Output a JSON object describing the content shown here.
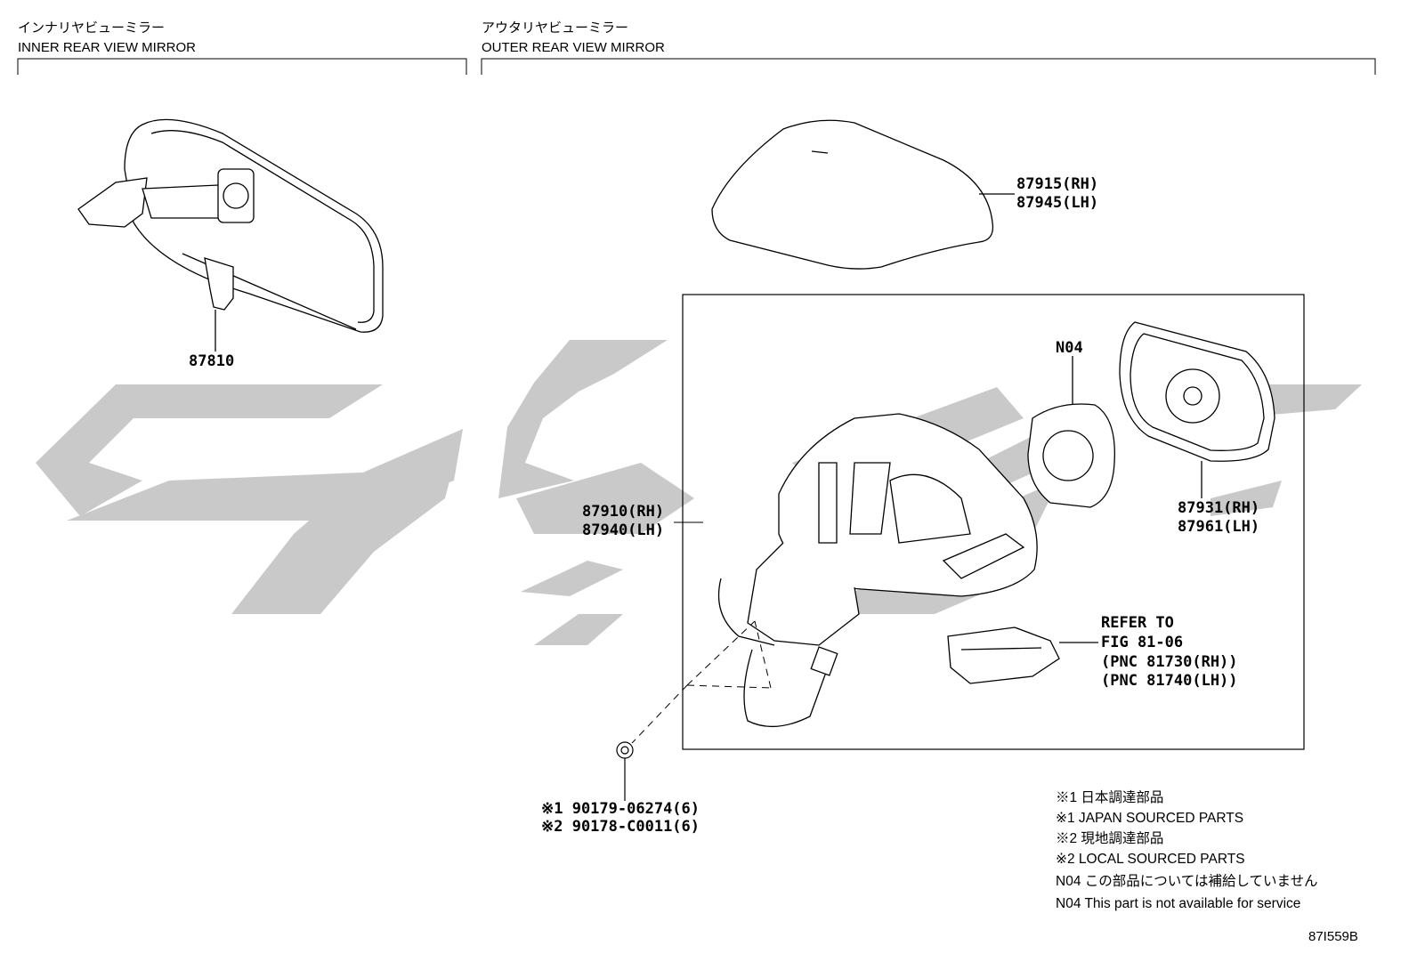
{
  "sections": {
    "inner": {
      "title_jp": "インナリヤビューミラー",
      "title_en": "INNER REAR VIEW MIRROR"
    },
    "outer": {
      "title_jp": "アウタリヤビューミラー",
      "title_en": "OUTER REAR VIEW MIRROR"
    }
  },
  "parts": {
    "inner_mirror": "87810",
    "cover_rh": "87915(RH)",
    "cover_lh": "87945(LH)",
    "mirror_assy_rh": "87910(RH)",
    "mirror_assy_lh": "87940(LH)",
    "actuator": "N04",
    "mirror_glass_rh": "87931(RH)",
    "mirror_glass_lh": "87961(LH)",
    "refer_1": "REFER TO",
    "refer_2": "FIG 81-06",
    "refer_3": "(PNC 81730(RH))",
    "refer_4": "(PNC 81740(LH))",
    "nut_1": "※1 90179-06274(6)",
    "nut_2": "※2 90178-C0011(6)"
  },
  "notes": [
    "※1 日本調達部品",
    "※1 JAPAN SOURCED PARTS",
    "※2 現地調達部品",
    "※2 LOCAL SOURCED PARTS",
    "N04  この部品については補給していません",
    "N04  This part is not available for service"
  ],
  "diagram_code": "87I559B",
  "colors": {
    "line": "#000000",
    "watermark": "#c8c8c8"
  }
}
